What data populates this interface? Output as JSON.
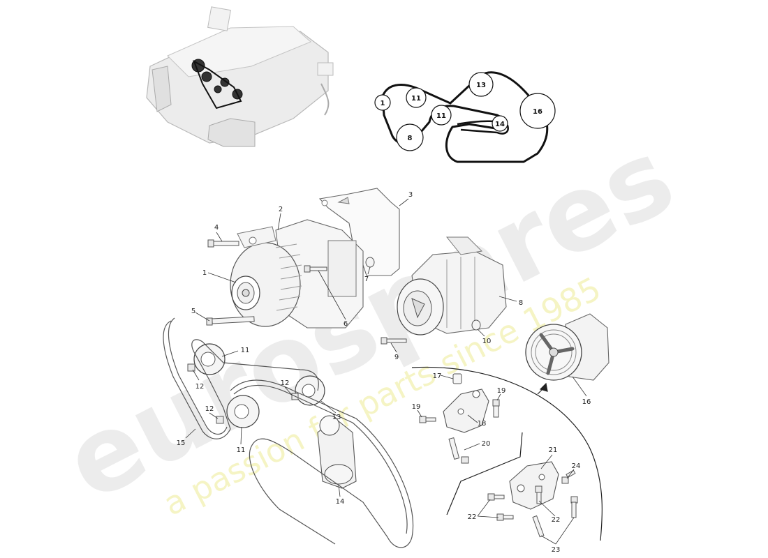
{
  "watermark": {
    "brand": "eurospares",
    "tagline": "a passion for parts since 1985",
    "brand_color": "#e6e6e6",
    "tagline_color": "#f2f0b0"
  },
  "belt_routing": {
    "pulleys": [
      {
        "label": "1"
      },
      {
        "label": "11"
      },
      {
        "label": "13"
      },
      {
        "label": "16"
      },
      {
        "label": "11"
      },
      {
        "label": "14"
      },
      {
        "label": "8"
      }
    ]
  },
  "callouts": [
    "1",
    "2",
    "3",
    "4",
    "5",
    "6",
    "7",
    "8",
    "9",
    "10",
    "11",
    "11",
    "11",
    "12",
    "12",
    "12",
    "13",
    "14",
    "15",
    "16",
    "17",
    "18",
    "19",
    "19",
    "20",
    "21",
    "22",
    "22",
    "23",
    "24"
  ]
}
